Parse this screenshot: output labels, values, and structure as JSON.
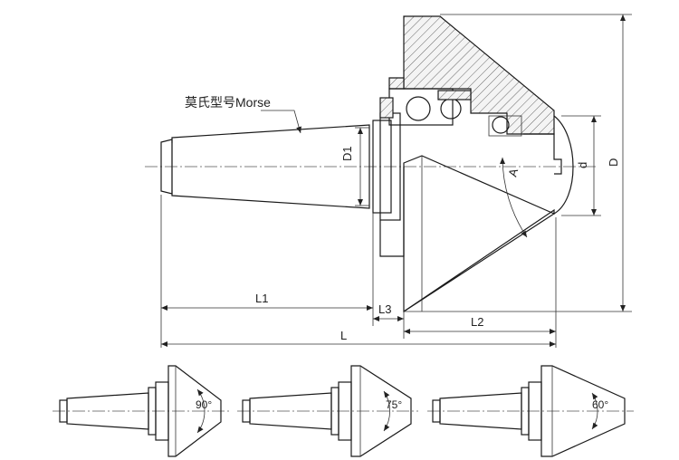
{
  "labels": {
    "morse": "莫氏型号Morse",
    "D1": "D1",
    "A": "A",
    "d": "d",
    "D": "D",
    "L1": "L1",
    "L3": "L3",
    "L2": "L2",
    "L": "L"
  },
  "angles": {
    "a90": "90°",
    "a75": "75°",
    "a60": "60°"
  },
  "colors": {
    "line": "#1a1a1a",
    "text": "#222222",
    "background": "#ffffff"
  }
}
